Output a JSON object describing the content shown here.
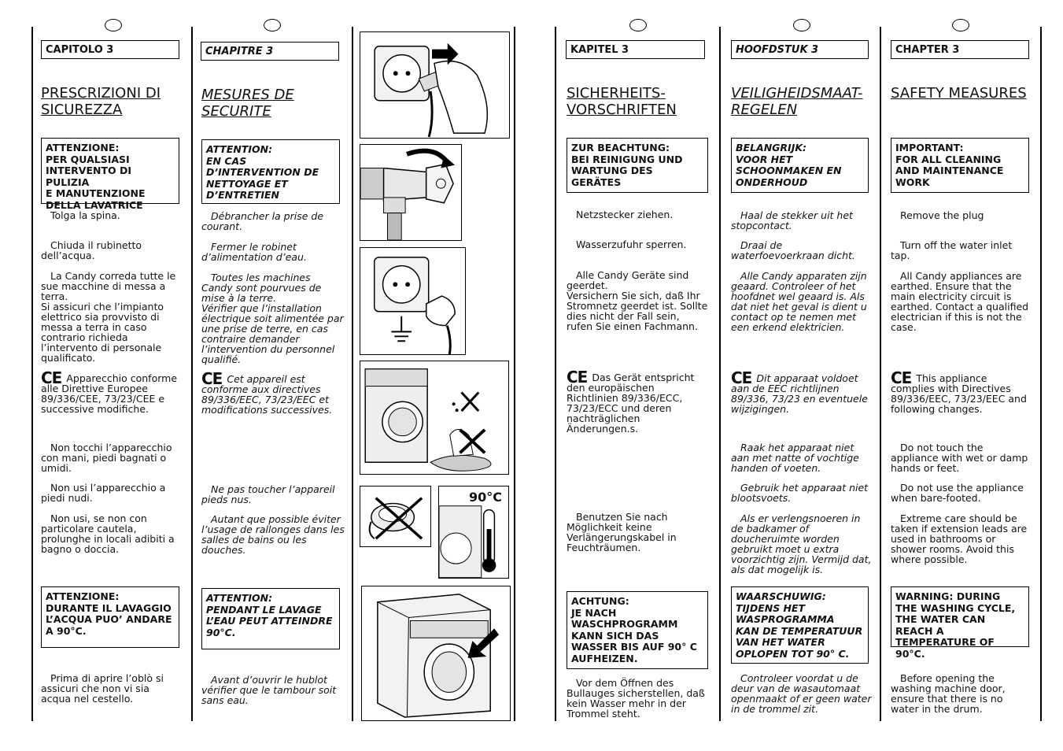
{
  "columns": [
    {
      "chapter": "CAPITOLO 3",
      "title": "PRESCRIZIONI DI SICUREZZA",
      "warning1": "ATTENZIONE:\nPER QUALSIASI\nINTERVENTO DI PULIZIA\nE MANUTENZIONE\nDELLA LAVATRICE",
      "p_plug": "Tolga la spina.",
      "p_tap": "Chiuda il rubinetto dell’acqua.",
      "p_earth": "La Candy correda tutte le sue macchine di messa a terra.\nSi assicuri che l’impianto elettrico sia provvisto di messa a terra in caso contrario richieda l’intervento di personale qualificato.",
      "ce_mark": "CE",
      "p_ce": "Apparecchio conforme alle Direttive Europee 89/336/CEE, 73/23/CEE e successive modifiche.",
      "p_wet": "Non tocchi l’apparecchio con mani, piedi bagnati o umidi.",
      "p_bare": "Non usi l’apparecchio a piedi nudi.",
      "p_ext": "Non usi, se non con particolare cautela, prolunghe in locali adibiti a bagno o doccia.",
      "warning2": "ATTENZIONE:\nDURANTE IL LAVAGGIO\nL’ACQUA PUO’ ANDARE\nA 90°C.",
      "p_door": "Prima di aprire l’oblò si assicuri che non vi sia acqua nel cestello."
    },
    {
      "chapter": "CHAPITRE 3",
      "title": "MESURES DE SECURITE",
      "warning1": "ATTENTION:\nEN CAS\nD’INTERVENTION DE\nNETTOYAGE ET\nD’ENTRETIEN",
      "p_plug": "Débrancher la prise de courant.",
      "p_tap": "Fermer le robinet d’alimentation d’eau.",
      "p_earth": "Toutes les machines Candy sont pourvues de mise à la terre.\nVérifier que l’installation électrique soit alimentée par une prise de terre, en cas contraire demander l’intervention du personnel qualifié.",
      "ce_mark": "CE",
      "p_ce": "Cet appareil est conforme aux directives 89/336/EEC, 73/23/EEC et modifications successives.",
      "p_bare": "Ne pas toucher l’appareil pieds nus.",
      "p_ext": "Autant que possible éviter l’usage de rallonges dans les salles de bains ou les douches.",
      "warning2": "ATTENTION:\nPENDANT LE LAVAGE\nL’EAU PEUT ATTEINDRE\n90°C.",
      "p_door": "Avant d’ouvrir le hublot vérifier que le tambour soit sans eau."
    },
    {
      "chapter": "KAPITEL 3",
      "title": "SICHERHEITS-\nVORSCHRIFTEN",
      "warning1": "ZUR BEACHTUNG:\nBEI REINIGUNG UND\nWARTUNG DES\nGERÄTES",
      "p_plug": "Netzstecker ziehen.",
      "p_tap": "Wasserzufuhr sperren.",
      "p_earth": "Alle Candy Geräte sind geerdet.\nVersichern Sie sich, daß Ihr Stromnetz geerdet ist. Sollte dies nicht der Fall sein, rufen Sie einen Fachmann.",
      "ce_mark": "CE",
      "p_ce": "Das Gerät entspricht den europäischen Richtlinien 89/336/ECC, 73/23/ECC und deren nachträglichen Änderungen.s.",
      "p_ext": "Benutzen Sie nach Möglichkeit keine Verlängerungskabel in Feuchträumen.",
      "warning2": "ACHTUNG:\nJE NACH\nWASCHPROGRAMM\nKANN SICH DAS\nWASSER BIS AUF 90° C\nAUFHEIZEN.",
      "p_door": "Vor dem Öffnen des Bullauges sicherstellen, daß kein Wasser mehr in der Trommel steht."
    },
    {
      "chapter": "HOOFDSTUK 3",
      "title": "VEILIGHEIDSMAAT-\nREGELEN",
      "warning1": "BELANGRIJK:\nVOOR HET\nSCHOONMAKEN EN\nONDERHOUD",
      "p_plug": "Haal de stekker uit het stopcontact.",
      "p_tap": "Draai de waterfoevoerkraan dicht.",
      "p_earth": "Alle Candy apparaten zijn geaard. Controleer of het hoofdnet wel geaard is. Als dat niet het geval is dient u contact op te nemen met een erkend elektricien.",
      "ce_mark": "CE",
      "p_ce": "Dit apparaat voldoet aan de EEC richtlijnen 89/336, 73/23 en eventuele wijzigingen.",
      "p_wet": "Raak het apparaat niet aan met natte of vochtige handen of voeten.",
      "p_bare": "Gebruik het apparaat niet blootsvoets.",
      "p_ext": "Als er verlengsnoeren in de badkamer of doucheruimte worden gebruikt moet u extra voorzichtig zijn. Vermijd dat, als dat mogelijk is.",
      "warning2": "WAARSCHUWIG:\nTIJDENS HET\nWASPROGRAMMA\nKAN DE TEMPERATUUR\nVAN HET WATER\nOPLOPEN TOT 90° C.",
      "p_door": "Controleer voordat u de deur van de wasautomaat openmaakt of er geen water in de trommel zit."
    },
    {
      "chapter": "CHAPTER 3",
      "title": "SAFETY MEASURES",
      "warning1": "IMPORTANT:\nFOR ALL CLEANING\nAND MAINTENANCE\nWORK",
      "p_plug": "Remove the plug",
      "p_tap": "Turn off the water inlet tap.",
      "p_earth": "All Candy appliances are earthed. Ensure that the main electricity circuit is earthed. Contact a qualified electrician if this is not the case.",
      "ce_mark": "CE",
      "p_ce": "This appliance complies with Directives 89/336/EEC, 73/23/EEC and following changes.",
      "p_wet": "Do not touch the appliance with wet or damp hands or feet.",
      "p_bare": "Do not use the appliance when bare-footed.",
      "p_ext": "Extreme care should be taken if extension leads are used in bathrooms or shower rooms. Avoid this where possible.",
      "warning2": "WARNING: DURING THE WASHING CYCLE, THE WATER CAN REACH A TEMPERATURE OF 90°C.",
      "p_door": "Before opening the washing machine door, ensure that there is no water in the drum."
    }
  ],
  "illustrations": {
    "temperature_label": "90°C",
    "icons": [
      "plug-removal-icon",
      "water-tap-icon",
      "earthed-socket-icon",
      "wet-feet-warning-icon",
      "extension-lead-warning-icon",
      "hot-water-thermometer-icon",
      "washing-machine-door-icon"
    ]
  }
}
